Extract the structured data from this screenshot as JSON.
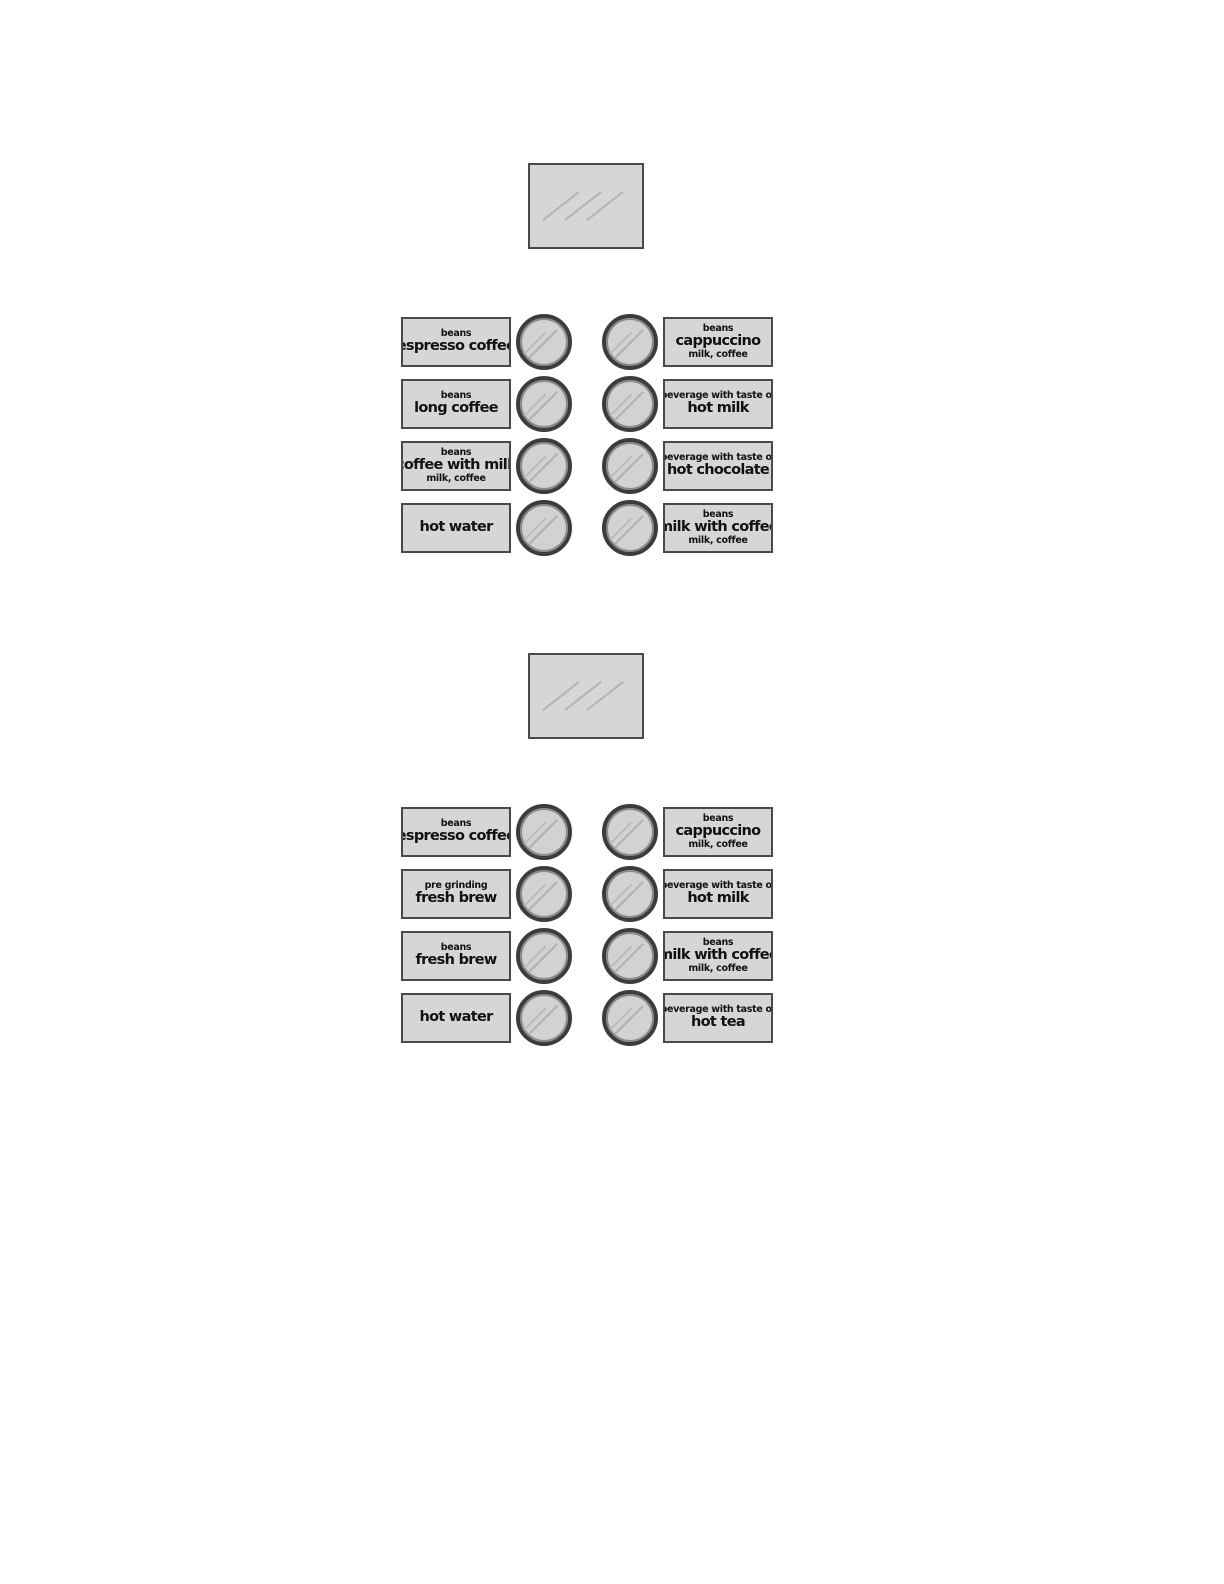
{
  "panels": [
    {
      "left": [
        {
          "top": "beans",
          "main": "espresso coffee",
          "bottom": ""
        },
        {
          "top": "beans",
          "main": "long coffee",
          "bottom": ""
        },
        {
          "top": "beans",
          "main": "coffee with milk",
          "bottom": "milk, coffee"
        },
        {
          "top": "",
          "main": "hot water",
          "bottom": ""
        }
      ],
      "right": [
        {
          "top": "beans",
          "main": "cappuccino",
          "bottom": "milk, coffee"
        },
        {
          "top": "beverage with taste of",
          "main": "hot milk",
          "bottom": ""
        },
        {
          "top": "beverage with taste of",
          "main": "hot chocolate",
          "bottom": ""
        },
        {
          "top": "beans",
          "main": "milk with coffee",
          "bottom": "milk, coffee"
        }
      ]
    },
    {
      "left": [
        {
          "top": "beans",
          "main": "espresso coffee",
          "bottom": ""
        },
        {
          "top": "pre grinding",
          "main": "fresh brew",
          "bottom": ""
        },
        {
          "top": "beans",
          "main": "fresh brew",
          "bottom": ""
        },
        {
          "top": "",
          "main": "hot water",
          "bottom": ""
        }
      ],
      "right": [
        {
          "top": "beans",
          "main": "cappuccino",
          "bottom": "milk, coffee"
        },
        {
          "top": "beverage with taste of",
          "main": "hot milk",
          "bottom": ""
        },
        {
          "top": "beans",
          "main": "milk with coffee",
          "bottom": "milk, coffee"
        },
        {
          "top": "beverage with taste of",
          "main": "hot tea",
          "bottom": ""
        }
      ]
    }
  ]
}
